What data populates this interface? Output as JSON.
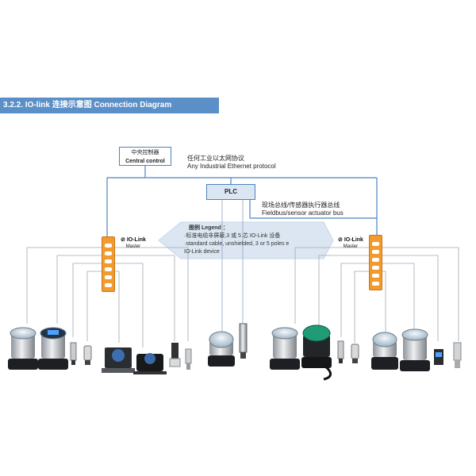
{
  "header": {
    "title": "3.2.2. IO-link 连接示意图  Connection Diagram"
  },
  "central_controller": {
    "label_cn": "中央控制器",
    "label_en": "Central control"
  },
  "ethernet": {
    "label_cn": "任何工业以太网协议",
    "label_en": "Any Industrial Ethernet protocol"
  },
  "plc": {
    "label": "PLC"
  },
  "fieldbus": {
    "label_cn": "现场总线/传感器执行器总线",
    "label_en": "Fieldbus/sensor actuator bus"
  },
  "legend": {
    "title": "图例  Legend ：",
    "line1": "·标准电缆非屏蔽,3 或 5 芯 IO-Link 设备",
    "line2": "·standard cable, unshielded, 3 or 5 poles e",
    "line3": "IO-Link device"
  },
  "masters": {
    "left": {
      "brand": "IO-Link",
      "role": "Master"
    },
    "right": {
      "brand": "IO-Link",
      "role": "Master"
    }
  },
  "colors": {
    "header_bg": "#5b8fc7",
    "master_orange": "#f29a2e",
    "line_blue": "#4b82c0",
    "legend_bg": "#dce6f2"
  },
  "devices": [
    {
      "name": "valve-position-controller",
      "icon": "positioner-icon"
    },
    {
      "name": "valve-position-controller-display",
      "icon": "positioner-display-icon"
    },
    {
      "name": "pressure-sensor",
      "icon": "sensor-icon"
    },
    {
      "name": "cylinder-sensor",
      "icon": "sensor-icon"
    },
    {
      "name": "limit-switch-box",
      "icon": "switchbox-icon"
    },
    {
      "name": "actuator-control-box",
      "icon": "actuator-box-icon"
    },
    {
      "name": "inductive-sensor",
      "icon": "sensor-icon"
    },
    {
      "name": "temperature-sensor",
      "icon": "sensor-icon"
    },
    {
      "name": "indicator-head",
      "icon": "positioner-icon"
    },
    {
      "name": "proximity-sensor",
      "icon": "sensor-icon"
    },
    {
      "name": "valve-controller",
      "icon": "positioner-icon"
    },
    {
      "name": "valve-controller-led",
      "icon": "positioner-led-icon"
    },
    {
      "name": "pressure-sensor",
      "icon": "sensor-icon"
    },
    {
      "name": "cylinder-sensor",
      "icon": "sensor-icon"
    },
    {
      "name": "valve-top",
      "icon": "positioner-icon"
    },
    {
      "name": "valve-controller-display",
      "icon": "positioner-display-icon"
    },
    {
      "name": "level-sensor",
      "icon": "sensor-icon"
    },
    {
      "name": "temperature-sensor",
      "icon": "sensor-icon"
    }
  ]
}
